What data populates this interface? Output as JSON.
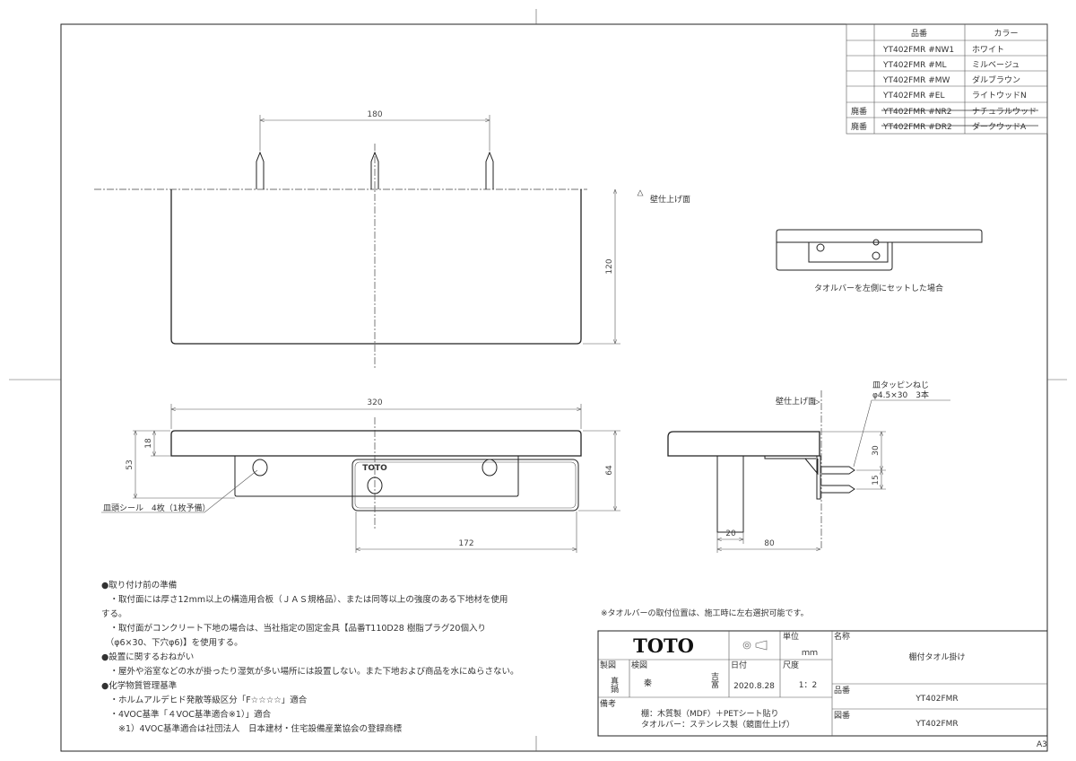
{
  "table": {
    "headers": {
      "part_no": "品番",
      "color": "カラー"
    },
    "rows": [
      {
        "status": "",
        "part_no": "YT402FMR  #NW1",
        "color": "ホワイト",
        "discontinued": false
      },
      {
        "status": "",
        "part_no": "YT402FMR  #ML",
        "color": "ミルベージュ",
        "discontinued": false
      },
      {
        "status": "",
        "part_no": "YT402FMR  #MW",
        "color": "ダルブラウン",
        "discontinued": false
      },
      {
        "status": "",
        "part_no": "YT402FMR  #EL",
        "color": "ライトウッドN",
        "discontinued": false
      },
      {
        "status": "廃番",
        "part_no": "YT402FMR  #NR2",
        "color": "ナチュラルウッド",
        "discontinued": true
      },
      {
        "status": "廃番",
        "part_no": "YT402FMR  #DR2",
        "color": "ダークウッドA",
        "discontinued": true
      }
    ]
  },
  "drawing": {
    "top_view": {
      "dim_width": "180",
      "dim_depth": "120",
      "wall_label": "壁仕上げ面"
    },
    "left_set_caption": "タオルバーを左側にセットした場合",
    "front_view": {
      "dim_total": "320",
      "dim_thickness": "18",
      "dim_plate": "53",
      "dim_height": "64",
      "dim_bar": "172",
      "seal_label": "皿頭シール　4枚（1枚予備）",
      "bar_logo": "TOTO"
    },
    "side_view": {
      "wall_label": "壁仕上げ面",
      "screw_label_1": "皿タッピンねじ",
      "screw_label_2": "φ4.5×30　3本",
      "dim_30": "30",
      "dim_15": "15",
      "dim_20": "20",
      "dim_80": "80"
    }
  },
  "notes": [
    "●取り付け前の準備",
    "　・取付面には厚さ12mm以上の構造用合板（ＪＡＳ規格品）、または同等以上の強度のある下地材を使用",
    "する。",
    "　・取付面がコンクリート下地の場合は、当社指定の固定金具【品番T110D28 樹脂プラグ20個入り",
    "　（φ6×30、下穴φ6)】を使用する。",
    "●設置に関するおねがい",
    "　・屋外や浴室などの水が掛ったり湿気が多い場所には設置しない。また下地および商品を水にぬらさない。",
    "●化学物質管理基準",
    "　・ホルムアルデヒド発散等級区分「F☆☆☆☆」適合",
    "　・4VOC基準「４VOC基準適合※1）」適合",
    "　　※1）4VOC基準適合は社団法人　日本建材・住宅設備産業協会の登録商標"
  ],
  "bar_position_note": "※タオルバーの取付位置は、施工時に左右選択可能です。",
  "title_block": {
    "logo": "TOTO",
    "unit_label": "単位",
    "unit": "ｍｍ",
    "name_label": "名称",
    "name": "棚付タオル掛け",
    "drawn_label": "製図",
    "drawn_by": "真鍋",
    "checked_label": "検図",
    "checked_by_1": "秦",
    "checked_by_2": "吉富",
    "date_label": "日付",
    "date": "2020.8.28",
    "scale_label": "尺度",
    "scale": "1：2",
    "part_label": "品番",
    "part": "YT402FMR",
    "drawing_no_label": "図番",
    "drawing_no": "YT402FMR",
    "remarks_label": "備考",
    "remarks_1": "棚：木質製（MDF）＋PETシート貼り",
    "remarks_2": "タオルバー：ステンレス製（鏡面仕上げ）"
  },
  "sheet_size": "A3"
}
